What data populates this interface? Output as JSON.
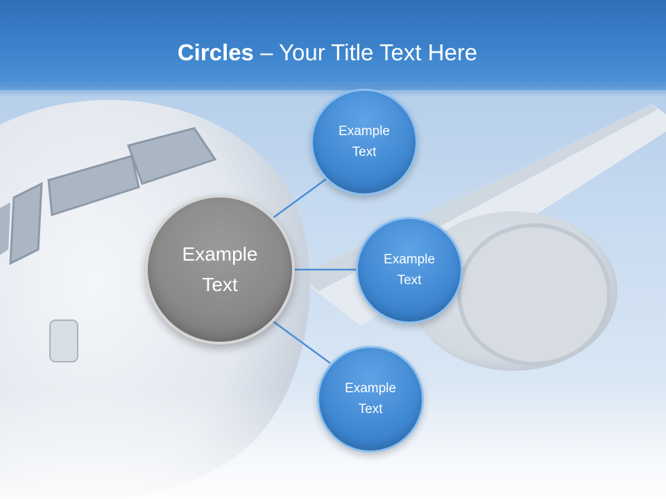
{
  "title": {
    "bold": "Circles",
    "rest": " – Your Title Text Here"
  },
  "main_circle": {
    "label": "Example\nText",
    "color": "#8a8a8a"
  },
  "small_circles": [
    {
      "label": "Example\nText"
    },
    {
      "label": "Example\nText"
    },
    {
      "label": "Example\nText"
    }
  ],
  "colors": {
    "header": "#3d83cc",
    "accent": "#3f88d2",
    "connector": "#4a8fd8"
  }
}
